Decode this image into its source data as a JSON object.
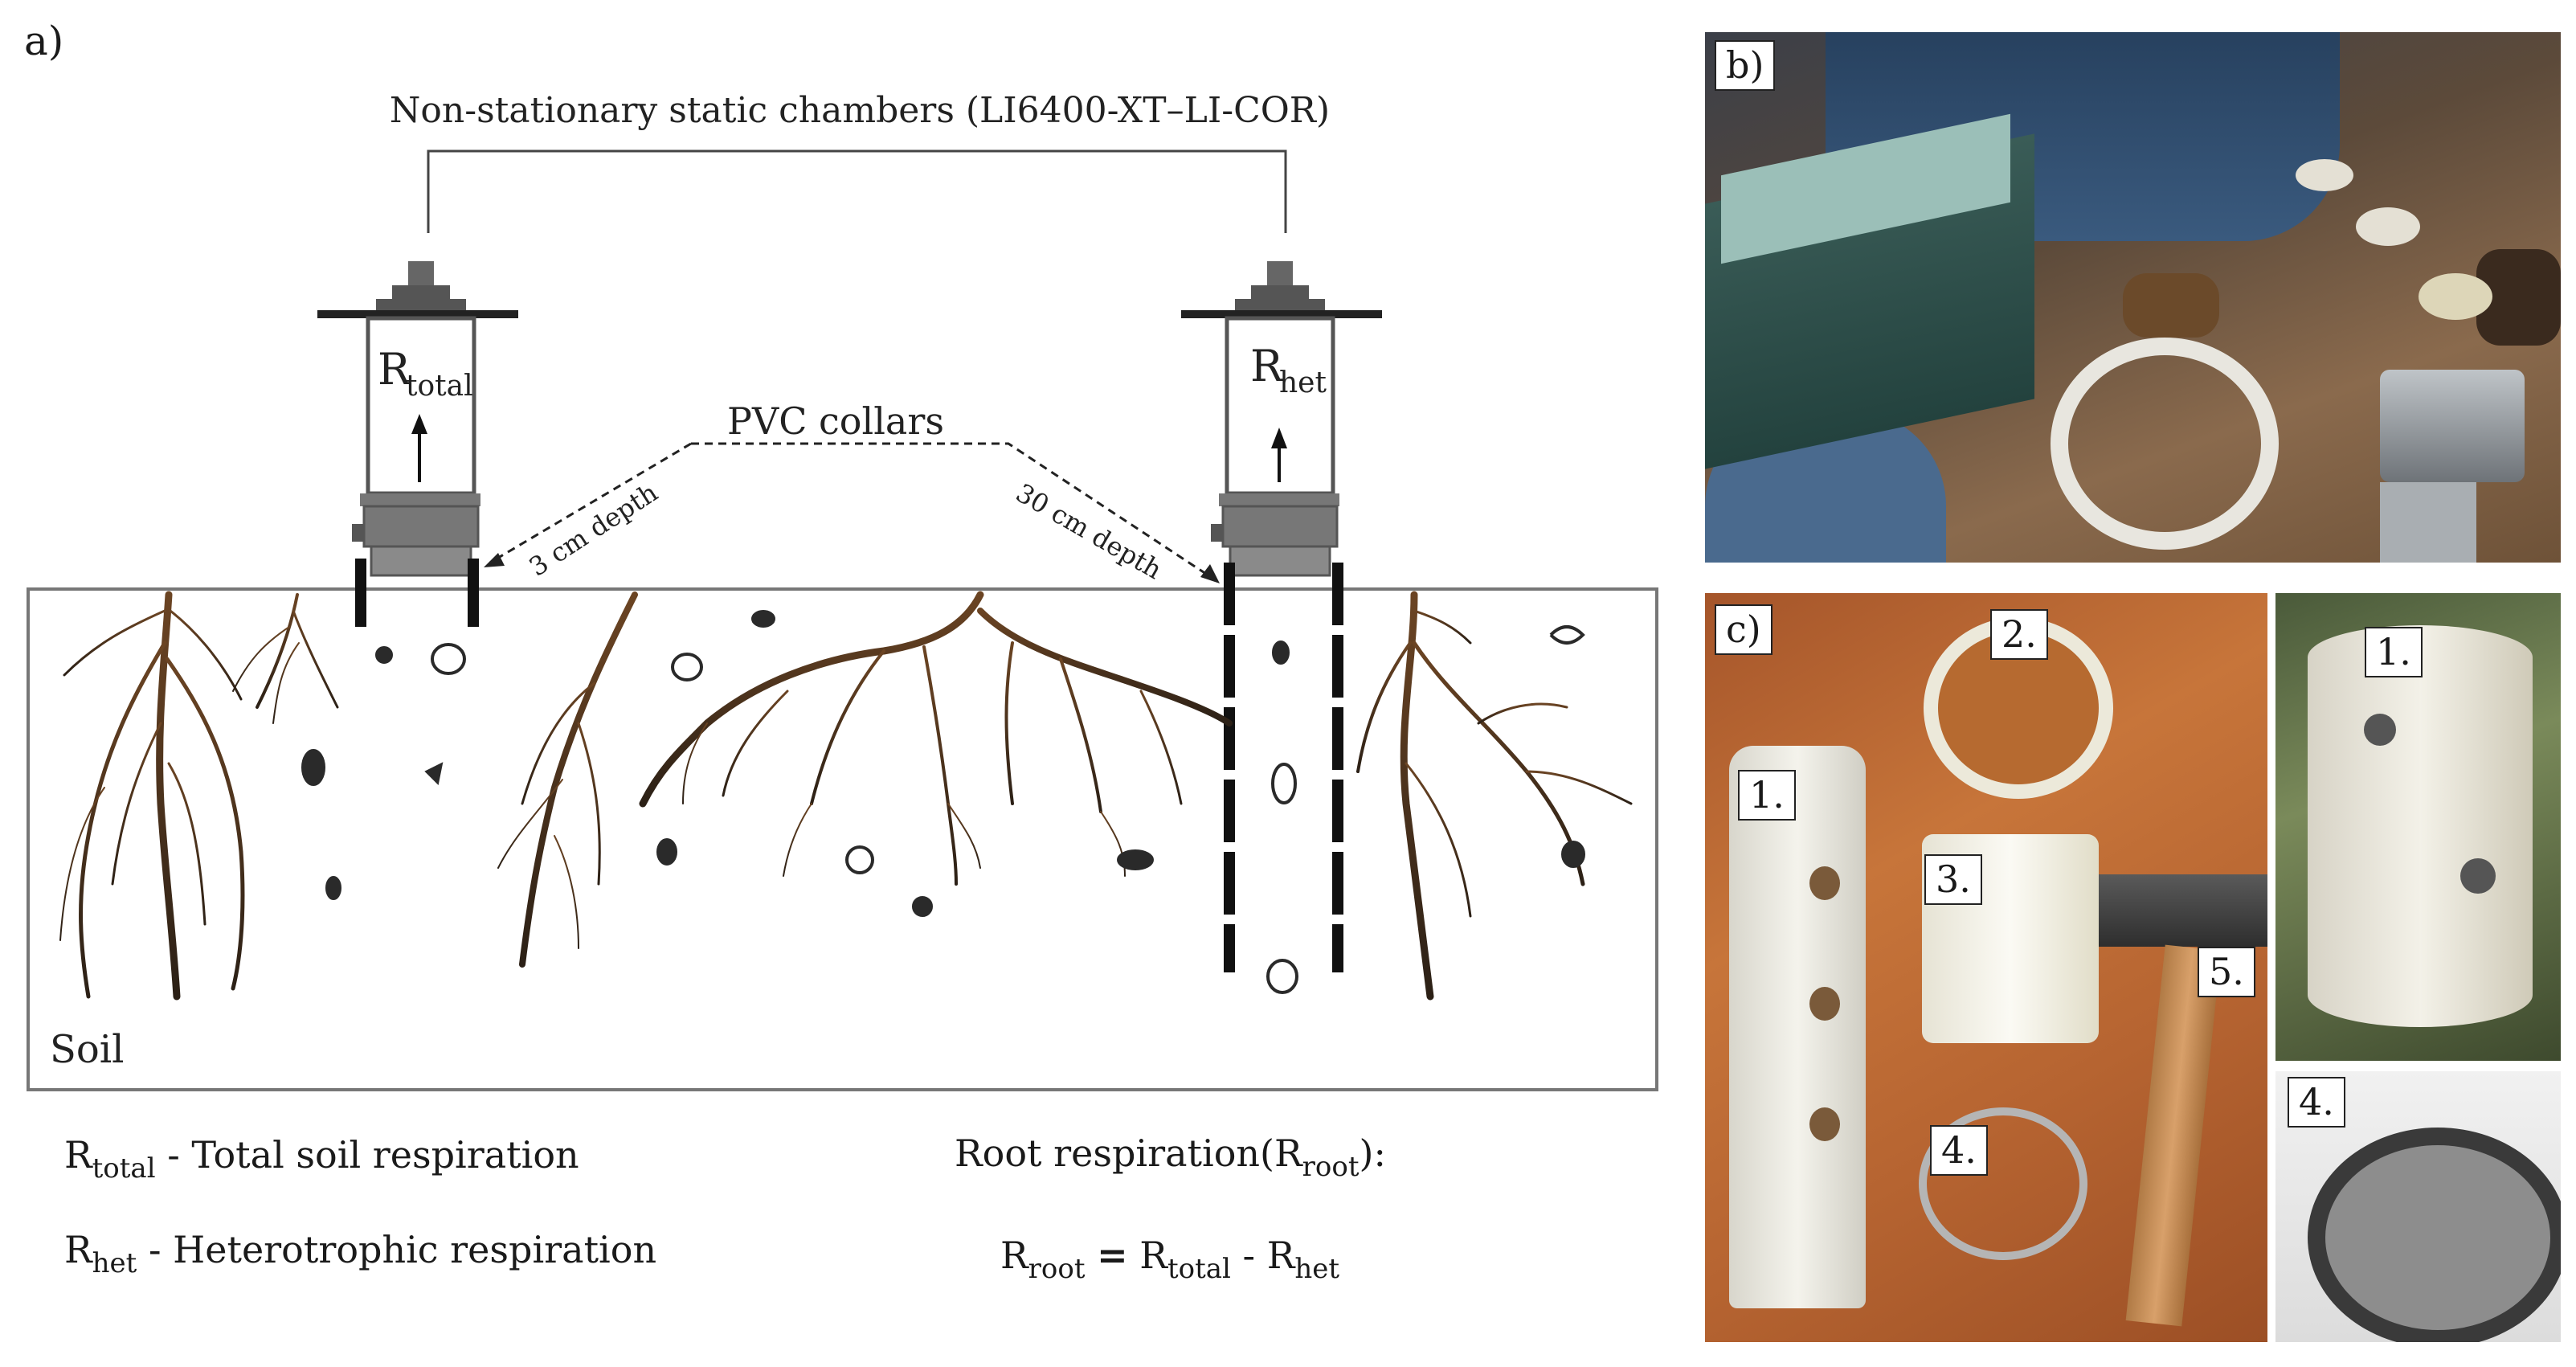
{
  "panel_a": {
    "letter": "a)",
    "title": "Non-stationary static chambers (LI6400-XT–LI-COR)",
    "chamber_left": {
      "symbol": "R",
      "subscript": "total"
    },
    "chamber_right": {
      "symbol": "R",
      "subscript": "het"
    },
    "collars_label": "PVC collars",
    "depth_left": "3 cm depth",
    "depth_right": "30 cm depth",
    "soil_label": "Soil",
    "legend": {
      "rtotal_symbol": "R",
      "rtotal_sub": "total",
      "rtotal_desc": " - Total soil respiration",
      "rhet_symbol": "R",
      "rhet_sub": "het",
      "rhet_desc": " - Heterotrophic respiration",
      "root_title": "Root respiration",
      "root_symbol": "R",
      "root_sub": "root",
      "eq_lhs_symbol": "R",
      "eq_lhs_sub": "root",
      "eq_equals": "=",
      "eq_total_symbol": "R",
      "eq_total_sub": "total",
      "eq_minus": "-",
      "eq_het_symbol": "R",
      "eq_het_sub": "het"
    }
  },
  "panel_b": {
    "letter": "b)"
  },
  "panel_c": {
    "letter": "c)",
    "items": {
      "i1": "1.",
      "i2": "2.",
      "i3": "3.",
      "i4": "4.",
      "i5": "5.",
      "r1": "1.",
      "r4": "4."
    }
  },
  "colors": {
    "root_brown": "#5a3a1c",
    "soil_orange": "#b8652c",
    "pvc_white": "#efeee6",
    "chamber_gray": "#6b6b6b"
  }
}
